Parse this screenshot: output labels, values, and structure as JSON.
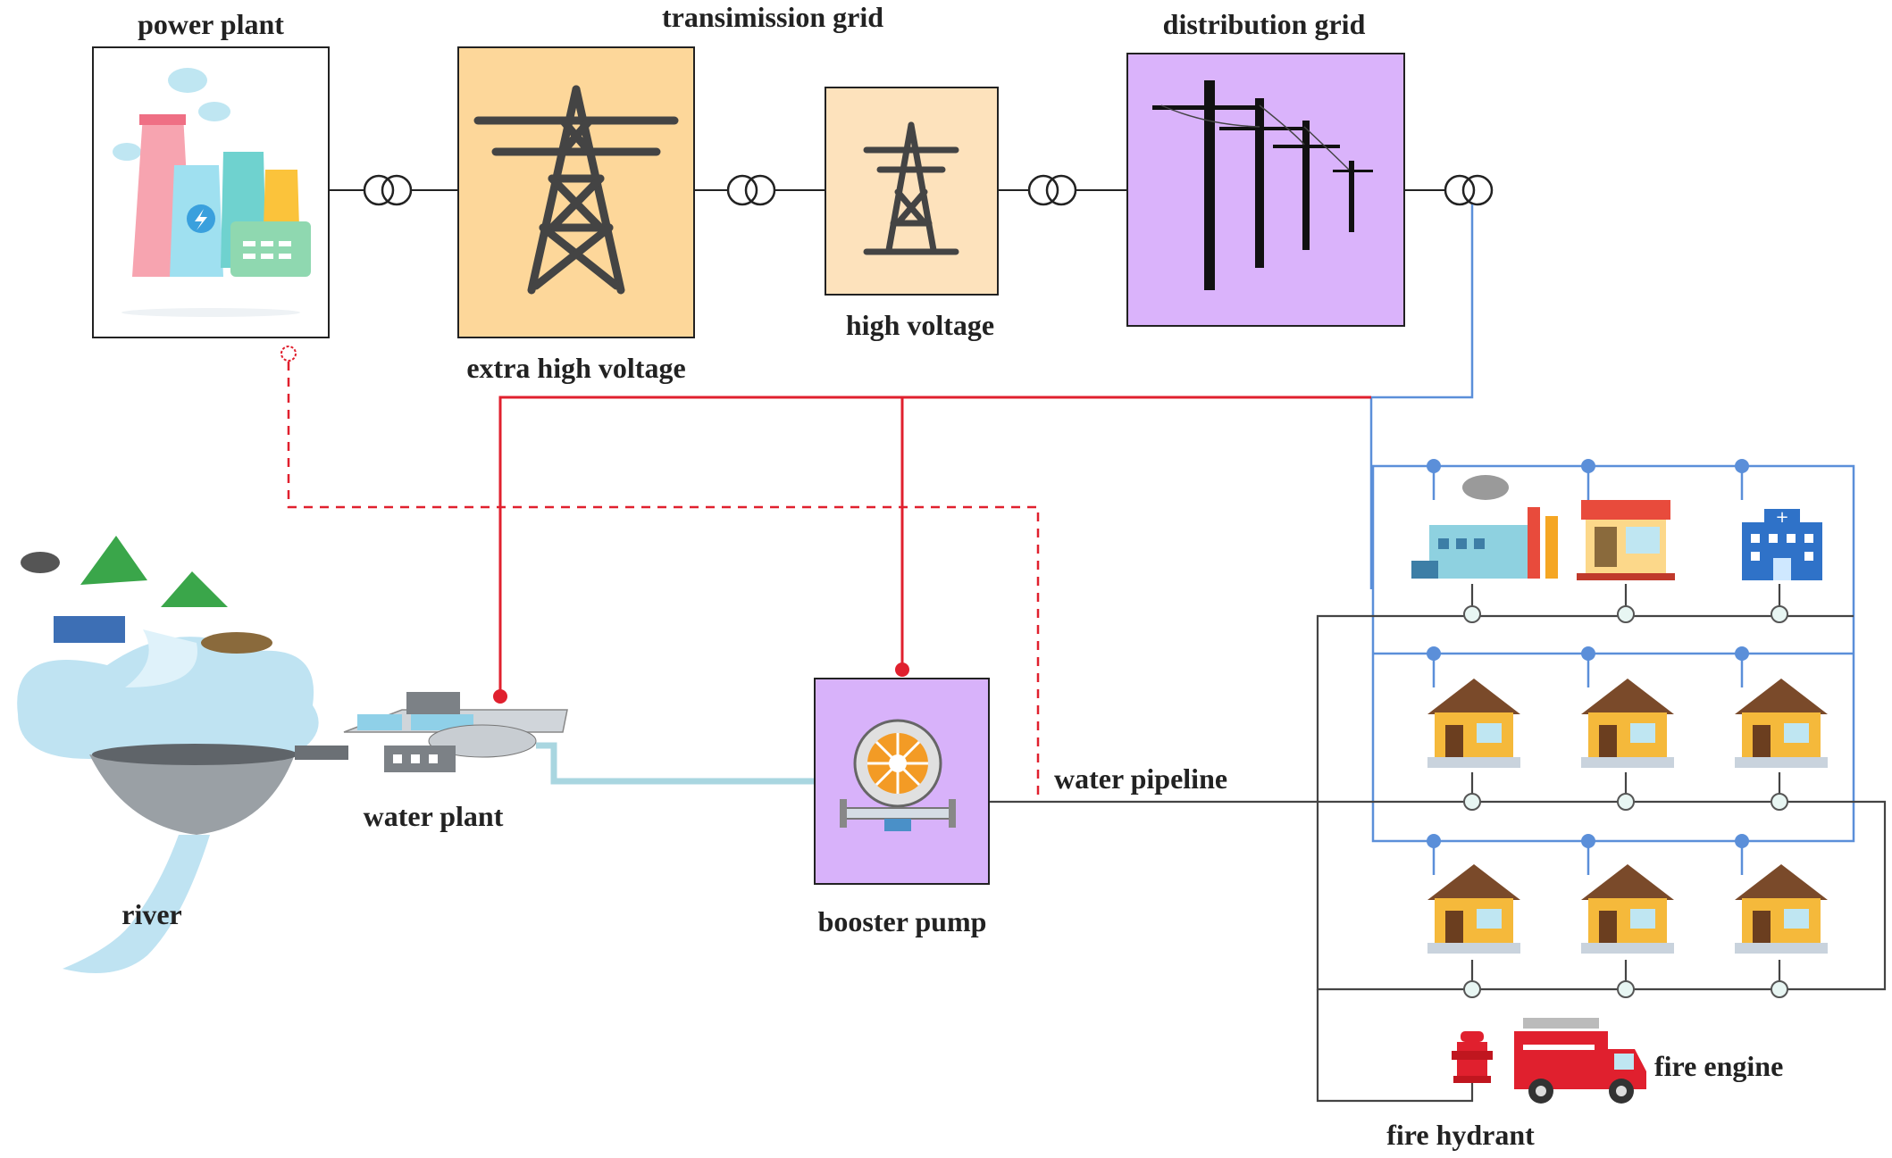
{
  "labels": {
    "power_plant": "power plant",
    "transmission_grid": "transimission grid",
    "distribution_grid": "distribution grid",
    "extra_high_voltage": "extra high voltage",
    "high_voltage": "high voltage",
    "water_plant": "water plant",
    "river": "river",
    "booster_pump": "booster pump",
    "water_pipeline": "water pipeline",
    "fire_engine": "fire engine",
    "fire_hydrant": "fire hydrant"
  },
  "icons": {
    "power_plant": "factory-chimneys-icon",
    "extra_high_voltage": "transmission-tower-icon",
    "high_voltage": "small-tower-icon",
    "distribution_grid": "utility-poles-icon",
    "transformer": "transformer-icon",
    "booster_pump": "pump-icon",
    "water_plant": "water-plant-icon",
    "river": "river-landscape-icon",
    "factory": "factory-icon",
    "shop": "shop-icon",
    "hospital": "hospital-icon",
    "house": "house-icon",
    "fire_hydrant": "fire-hydrant-icon",
    "fire_engine": "fire-engine-icon"
  },
  "colors": {
    "power_line": "#e0202e",
    "dashed_dependency": "#e0202e",
    "distribution_line": "#5b8fd9",
    "water_line": "#333333",
    "transmission_box": "#fdd79a",
    "high_voltage_box": "#fde2bc",
    "distribution_box": "#dab3fb",
    "pump_box": "#d8b2fa"
  }
}
